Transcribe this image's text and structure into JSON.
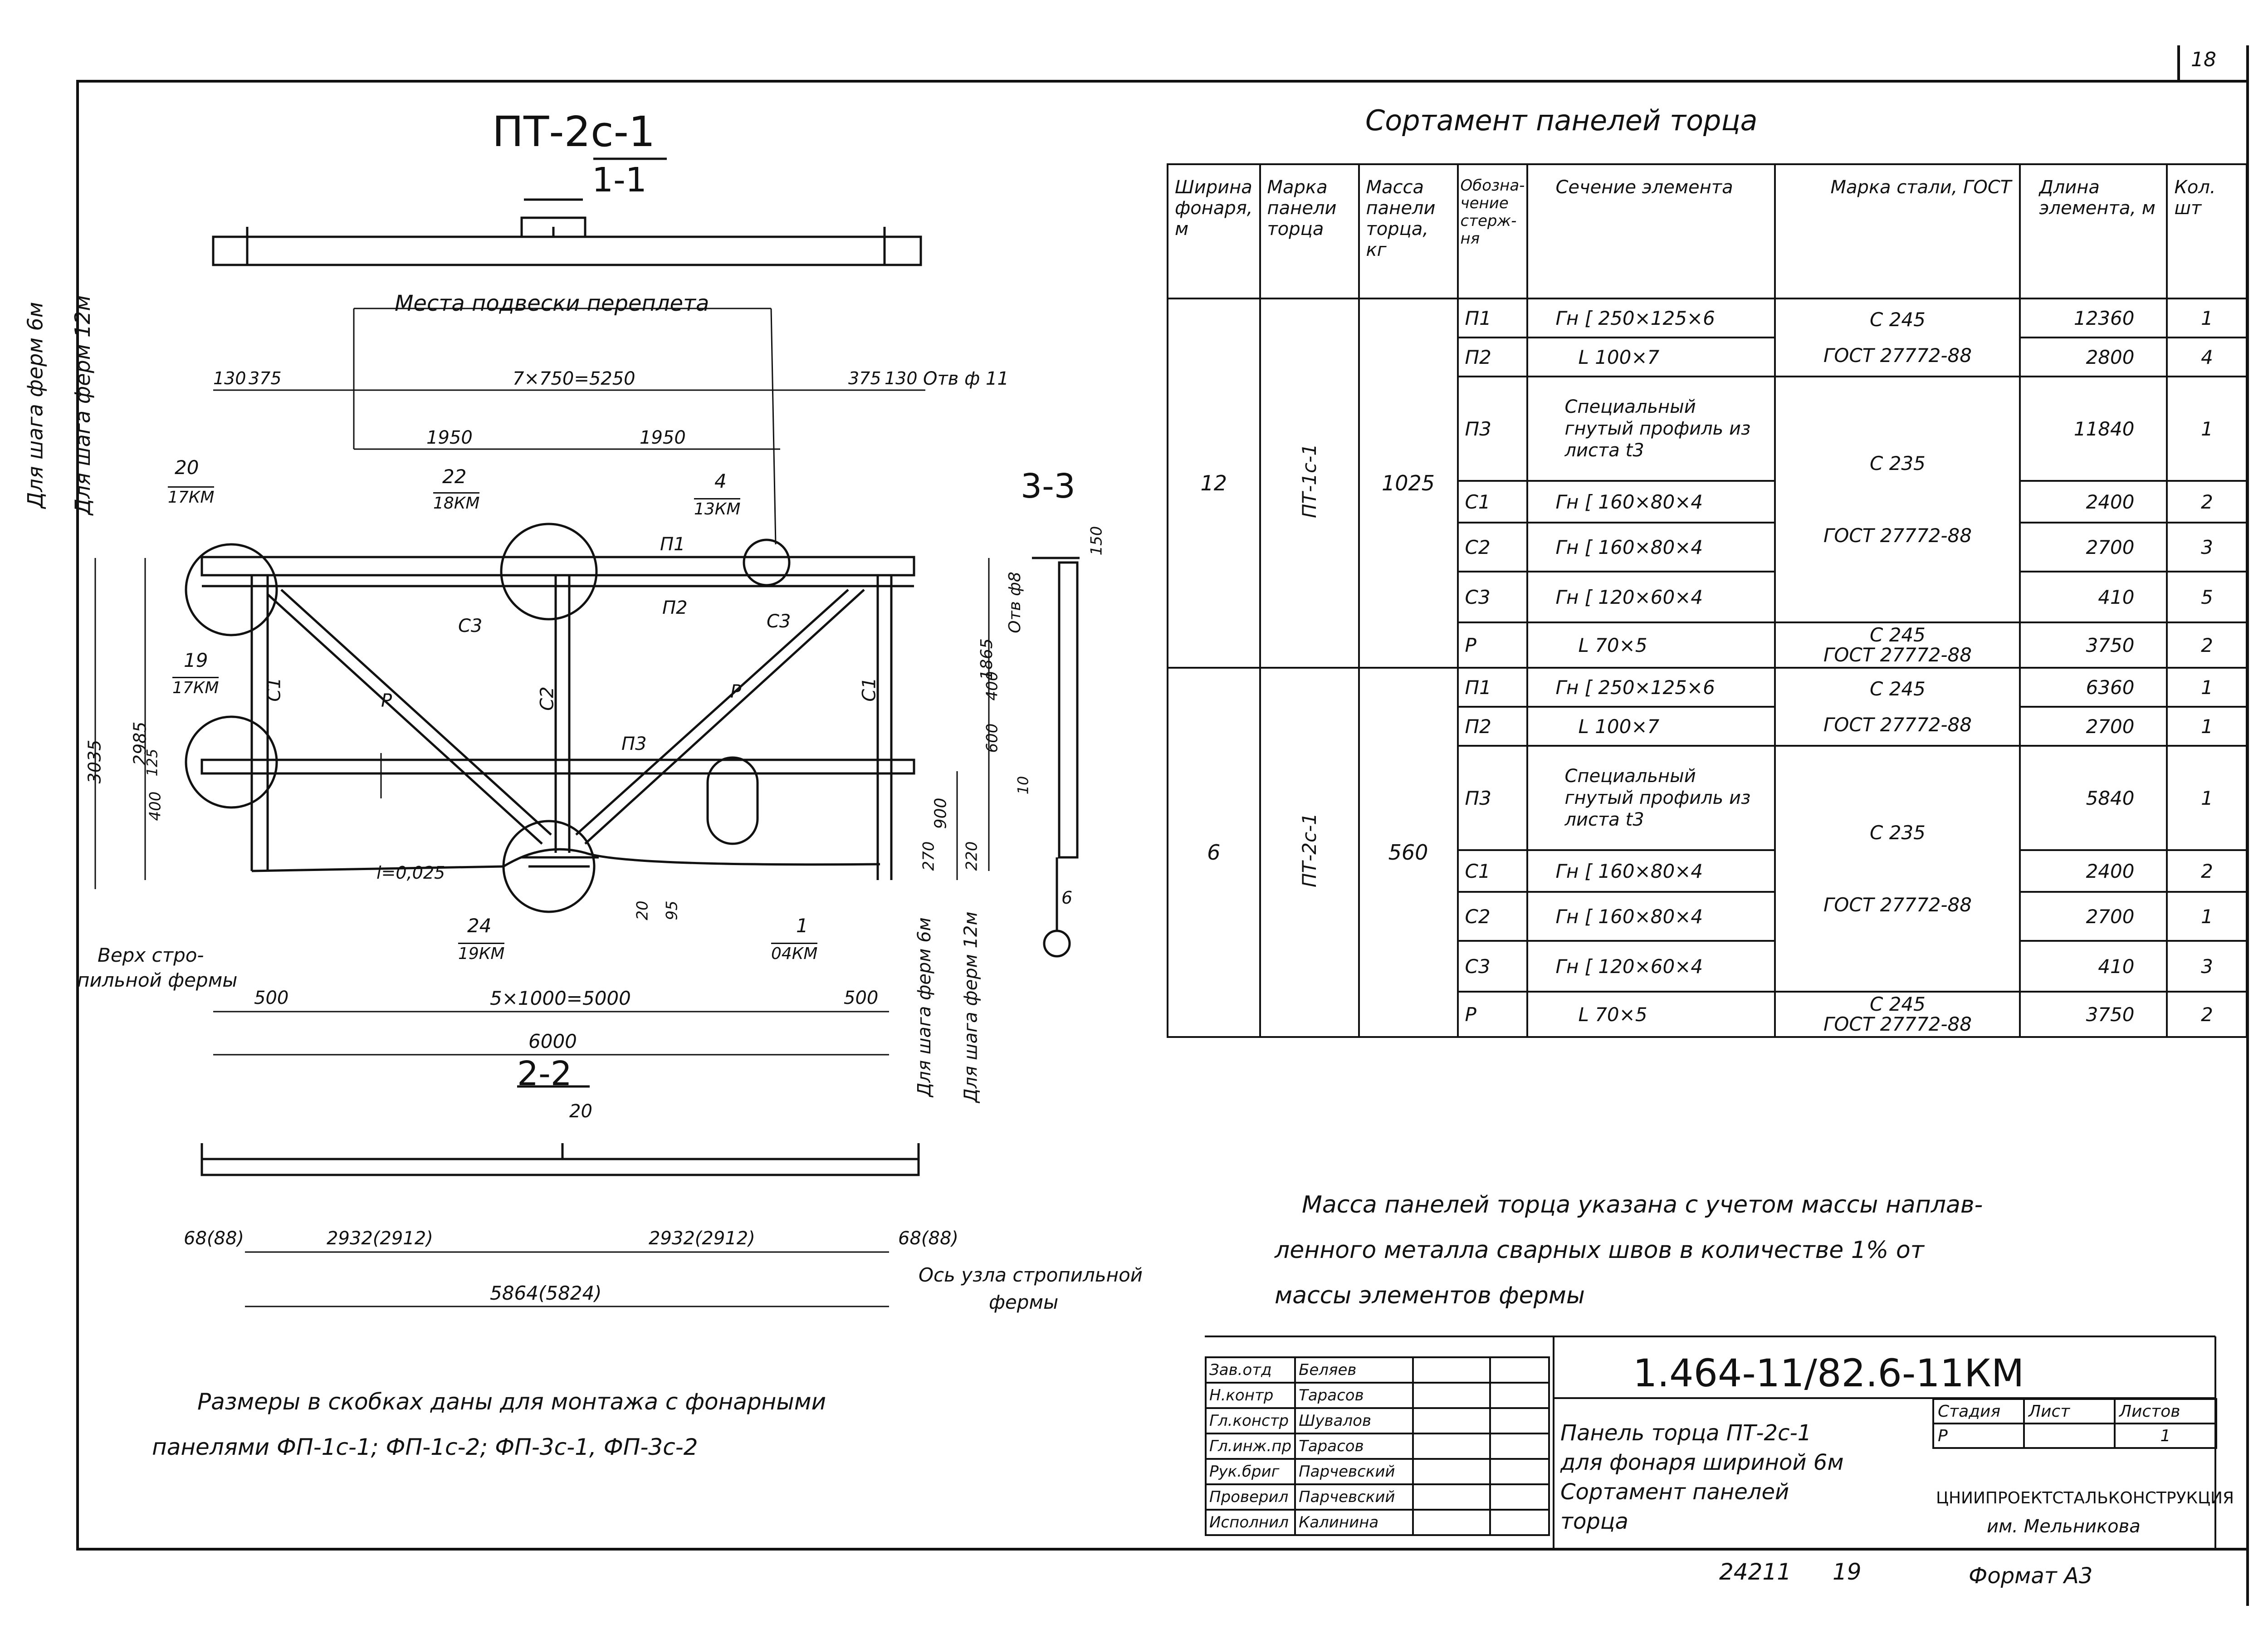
{
  "sheet": {
    "sheet_no_top": "18",
    "footer_num": "24211",
    "footer_num2": "19",
    "format": "Формат А3"
  },
  "drawing": {
    "title": "ПТ-2с-1",
    "sec11": "1-1",
    "sec22": "2-2",
    "sec33": "3-3",
    "podveska": "Места подвески переплета",
    "dim_top_130a": "130",
    "dim_top_375a": "375",
    "dim_top_mid": "7×750=5250",
    "dim_top_375b": "375",
    "dim_top_130b": "130",
    "hole": "Отв ф 11",
    "dim_1950a": "1950",
    "dim_1950b": "1950",
    "call_20": "20",
    "call_20k": "17КМ",
    "call_22": "22",
    "call_22k": "18КМ",
    "call_4": "4",
    "call_4k": "13КМ",
    "call_19": "19",
    "call_19k": "17КМ",
    "call_24": "24",
    "call_24k": "19КМ",
    "call_1": "1",
    "call_1k": "04КМ",
    "lbl_p1": "П1",
    "lbl_p2": "П2",
    "lbl_p3": "П3",
    "lbl_c3a": "С3",
    "lbl_c3b": "С3",
    "lbl_c1a": "С1",
    "lbl_c1b": "С1",
    "lbl_c2": "С2",
    "lbl_pa": "Р",
    "lbl_pb": "Р",
    "v_3035": "3035",
    "v_2985": "2985",
    "v_125": "125",
    "v_400": "400",
    "v_1865": "1865",
    "v_400b": "400",
    "v_600": "600",
    "v_900": "900",
    "v_270": "270",
    "v_220": "220",
    "v_20": "20",
    "v_95": "95",
    "slope": "i=0,025",
    "verh": "Верх стро-",
    "verh2": "пильной фермы",
    "dim_500a": "500",
    "dim_5x1000": "5×1000=5000",
    "dim_500b": "500",
    "dim_6000": "6000",
    "shag6": "Для шага ферм 6м",
    "shag12": "Для шага ферм 12м",
    "s22_20": "20",
    "s22_68a": "68(88)",
    "s22_2932a": "2932(2912)",
    "s22_2932b": "2932(2912)",
    "s22_68b": "68(88)",
    "s22_5864": "5864(5824)",
    "os": "Ось узла стропильной",
    "os2": "фермы",
    "s33_150": "150",
    "s33_hole": "Отв ф8",
    "s33_10": "10",
    "s33_6": "6",
    "note_l1": "Размеры в скобках даны для монтажа с фонарными",
    "note_l2": "панелями ФП-1с-1; ФП-1с-2; ФП-3с-1, ФП-3с-2"
  },
  "table": {
    "title": "Сортамент панелей торца",
    "headers": [
      "Ширина фонаря, м",
      "Марка панели торца",
      "Масса панели торца, кг",
      "Обозна-чение стерж-ня",
      "Сечение элемента",
      "Марка стали, ГОСТ",
      "Длина элемента, м",
      "Кол. шт"
    ],
    "groups": [
      {
        "width": "12",
        "mark": "ПТ-1с-1",
        "mass": "1025",
        "rows": [
          {
            "o": "П1",
            "s": "Гн [ 250×125×6",
            "l": "12360",
            "k": "1"
          },
          {
            "o": "П2",
            "s": "L 100×7",
            "l": "2800",
            "k": "4"
          },
          {
            "o": "П3",
            "s": "Специальный гнутый профиль из листа t3",
            "l": "11840",
            "k": "1"
          },
          {
            "o": "С1",
            "s": "Гн [ 160×80×4",
            "l": "2400",
            "k": "2"
          },
          {
            "o": "С2",
            "s": "Гн [ 160×80×4",
            "l": "2700",
            "k": "3"
          },
          {
            "o": "С3",
            "s": "Гн [ 120×60×4",
            "l": "410",
            "k": "5"
          },
          {
            "o": "Р",
            "s": "L 70×5",
            "l": "3750",
            "k": "2"
          }
        ],
        "steel_a": "С 245",
        "steel_a2": "ГОСТ 27772-88",
        "steel_b": "С 235",
        "steel_b2": "ГОСТ 27772-88",
        "steel_c": "С 245",
        "steel_c2": "ГОСТ 27772-88"
      },
      {
        "width": "6",
        "mark": "ПТ-2с-1",
        "mass": "560",
        "rows": [
          {
            "o": "П1",
            "s": "Гн [ 250×125×6",
            "l": "6360",
            "k": "1"
          },
          {
            "o": "П2",
            "s": "L 100×7",
            "l": "2700",
            "k": "1"
          },
          {
            "o": "П3",
            "s": "Специальный гнутый профиль из листа t3",
            "l": "5840",
            "k": "1"
          },
          {
            "o": "С1",
            "s": "Гн [ 160×80×4",
            "l": "2400",
            "k": "2"
          },
          {
            "o": "С2",
            "s": "Гн [ 160×80×4",
            "l": "2700",
            "k": "1"
          },
          {
            "o": "С3",
            "s": "Гн [ 120×60×4",
            "l": "410",
            "k": "3"
          },
          {
            "o": "Р",
            "s": "L 70×5",
            "l": "3750",
            "k": "2"
          }
        ],
        "steel_a": "С 245",
        "steel_a2": "ГОСТ 27772-88",
        "steel_b": "С 235",
        "steel_b2": "ГОСТ 27772-88",
        "steel_c": "С 245",
        "steel_c2": "ГОСТ 27772-88"
      }
    ],
    "note_l1": "Масса панелей торца указана с учетом массы наплав-",
    "note_l2": "ленного металла сварных швов в количестве 1% от",
    "note_l3": "массы элементов фермы"
  },
  "stamp": {
    "code": "1.464-11/82.6-11КМ",
    "desc1": "Панель торца ПТ-2с-1",
    "desc2": "для фонаря шириной 6м",
    "desc3": "Сортамент панелей",
    "desc4": "торца",
    "stadia": "Стадия",
    "list": "Лист",
    "listov": "Листов",
    "stadia_v": "Р",
    "list_v": "",
    "listov_v": "1",
    "org": "ЦНИИПРОЕКТСТАЛЬКОНСТРУКЦИЯ",
    "org2": "им. Мельникова",
    "people": [
      {
        "role": "Зав.отд",
        "name": "Беляев"
      },
      {
        "role": "Н.контр",
        "name": "Тарасов"
      },
      {
        "role": "Гл.констр",
        "name": "Шувалов"
      },
      {
        "role": "Гл.инж.пр",
        "name": "Тарасов"
      },
      {
        "role": "Рук.бриг",
        "name": "Парчевский"
      },
      {
        "role": "Проверил",
        "name": "Парчевский"
      },
      {
        "role": "Исполнил",
        "name": "Калинина"
      }
    ]
  }
}
